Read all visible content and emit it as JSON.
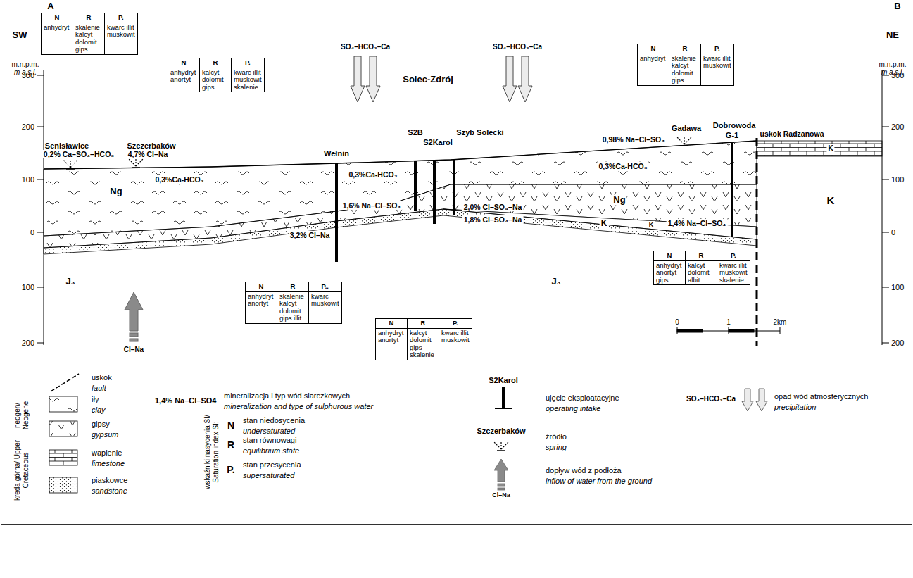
{
  "diagram": {
    "nodes": [
      {
        "text": [
          "N",
          "R",
          "P.",
          "anhydryt",
          "skalenie kalcyt dolomit gips",
          "kwarc illit muskowit"
        ]
      },
      {
        "text": [
          "N",
          "R",
          "P.",
          "anhydryt anortyt",
          "kalcyt dolomit gips",
          "kwarc illit muskowit skalenie"
        ]
      },
      {
        "text": [
          "N",
          "R",
          "P.",
          "anhydryt",
          "skalenie kalcyt dolomit gips",
          "kwarc illit muskowit"
        ]
      },
      {
        "text": [
          "N",
          "R",
          "P..",
          "anhydryt anortyt",
          "skalenie kalcyt dolomit gips illit",
          "kwarc muskowit"
        ]
      },
      {
        "text": [
          "N",
          "R",
          "P.",
          "anhydryt anortyt",
          "kalcyt dolomit gips skalenie",
          "kwarc illit muskowit"
        ]
      },
      {
        "text": [
          "N",
          "R",
          "P.",
          "anhydryt anortyt gips",
          "kalcyt dolomit albit",
          "kwarc illit muskowit skalenie"
        ]
      }
    ],
    "labels": [
      "SW",
      "A",
      "NE",
      "B",
      "m.n.p.m.",
      "m a.s.l.",
      "m.n.p.m.",
      "m a.s.l.",
      "300",
      "200",
      "100",
      "0",
      "100",
      "200",
      "300",
      "200",
      "100",
      "0",
      "100",
      "200",
      "Senisławice",
      "0,2% Ca–SO₄–HCO₃",
      "Szczerbaków",
      "4,7% Cl–Na",
      "SO₄–HCO₃–Ca",
      "Solec-Zdrój",
      "SO₄–HCO₃–Ca",
      "Gadawa",
      "0,98% Na–Cl–SO₄",
      "Dobrowoda",
      "G-1",
      "uskok Radzanowa",
      "Wełnin",
      "S2B",
      "S2Karol",
      "Szyb Solecki",
      "0,3%Ca-HCO₃",
      "0,3%Ca-HCO₃",
      "0,3%Ca-HCO₃",
      "Ng",
      "Ng",
      "1,6% Na–Cl–SO₄",
      "3,2% Cl–Na",
      "2,0% Cl–SO₄–Na",
      "1,8% Cl–SO₄–Na",
      "K",
      "1,4% Na–Cl–SO₄",
      "K",
      "K",
      "K",
      "J₃",
      "J₃",
      "Cl–Na",
      "0",
      "1",
      "2km",
      "fault",
      "neogen/ Neogene",
      "clay",
      "gypsum",
      "kreda górna/ Upper Cretaceous",
      "limestone",
      "sandstone",
      "1,4% Na–Cl–SO4",
      "mineralization and type of sulphurous water",
      "wskaźniki nasycenia SI/ Saturation index SI:",
      "N",
      "undersaturated",
      "R",
      "equilibrium state",
      "P.",
      "supersaturated",
      "S2Karol",
      "operating intake",
      "Szczerbaków",
      "spring",
      "Cl–Na",
      "inflow of water from the ground",
      "SO₄–HCO₃–Ca",
      "precipitation"
    ],
    "legend": [
      {
        "text": "uskok"
      },
      {
        "text": "iły"
      },
      {
        "text": "gipsy"
      },
      {
        "text": "wapienie"
      },
      {
        "text": "piaskowce"
      },
      {
        "text": "mineralizacja i typ wód siarczkowych"
      },
      {
        "text": "stan niedosycenia"
      },
      {
        "text": "stan równowagi"
      },
      {
        "text": "stan przesycenia"
      },
      {
        "text": "ujęcie eksploatacyjne"
      },
      {
        "text": "źródło"
      },
      {
        "text": "dopływ wód z podłoża"
      },
      {
        "text": "opad wód atmosferycznych"
      }
    ]
  }
}
